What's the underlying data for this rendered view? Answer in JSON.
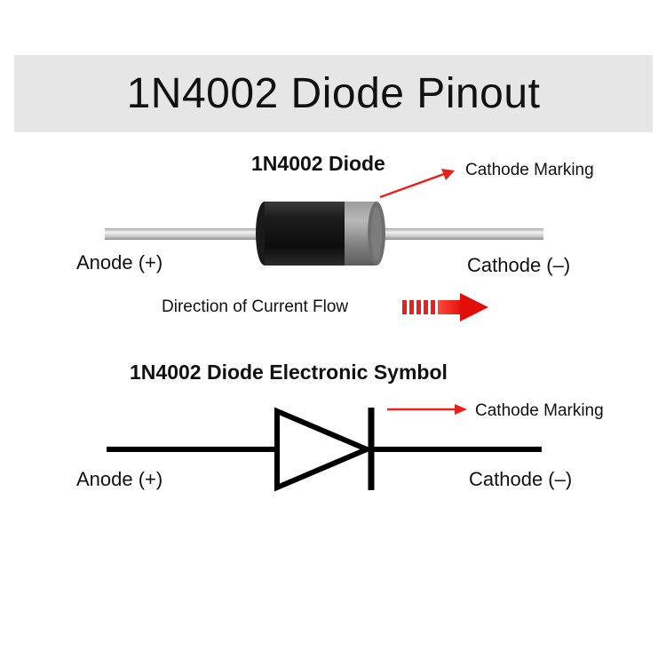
{
  "header": {
    "title": "1N4002 Diode Pinout"
  },
  "physical_diode": {
    "heading": "1N4002 Diode",
    "cathode_marking_label": "Cathode Marking",
    "anode_label": "Anode (+)",
    "cathode_label": "Cathode (–)",
    "current_flow_label": "Direction of Current Flow"
  },
  "symbol": {
    "heading": "1N4002 Diode Electronic Symbol",
    "cathode_marking_label": "Cathode Marking",
    "anode_label": "Anode (+)",
    "cathode_label": "Cathode (–)"
  },
  "colors": {
    "banner_bg": "#e6e6e6",
    "arrow_red": "#e8211b",
    "diode_body": "#141414",
    "cathode_band": "#8a8a8a",
    "lead_silver": "#c4c4c4"
  }
}
